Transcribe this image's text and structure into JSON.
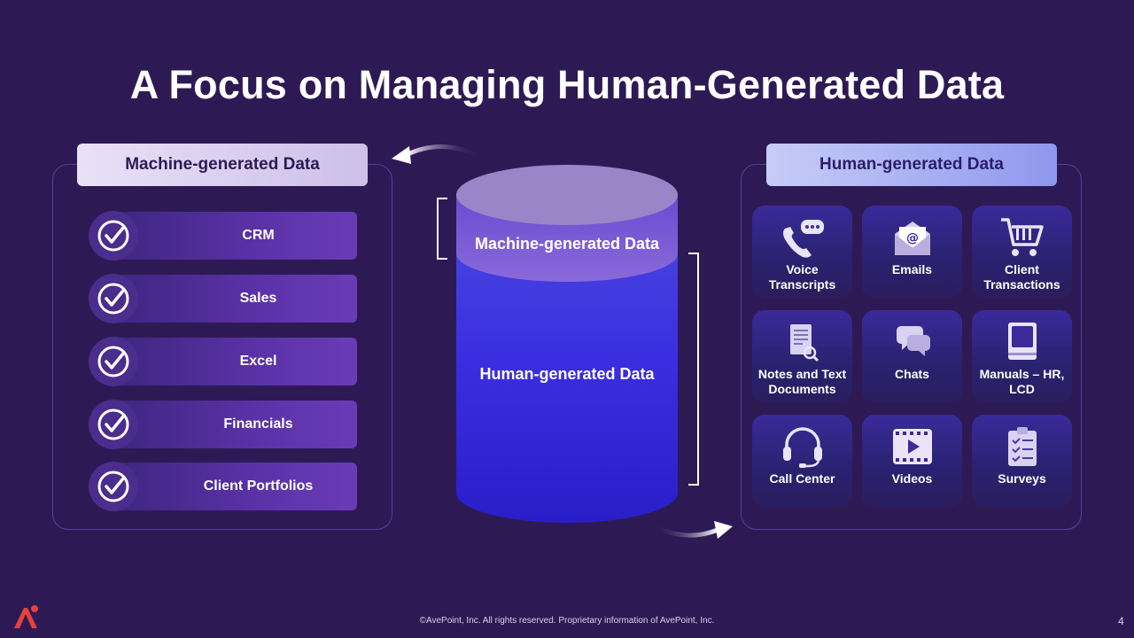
{
  "title": "A Focus on Managing Human-Generated Data",
  "machine_panel": {
    "header": "Machine-generated Data",
    "items": [
      "CRM",
      "Sales",
      "Excel",
      "Financials",
      "Client Portfolios"
    ]
  },
  "database": {
    "top_label": "Machine-generated Data",
    "bottom_label": "Human-generated Data"
  },
  "human_panel": {
    "header": "Human-generated Data",
    "tiles": [
      {
        "label": "Voice Transcripts",
        "icon": "phone-chat-icon"
      },
      {
        "label": "Emails",
        "icon": "envelope-icon"
      },
      {
        "label": "Client Transactions",
        "icon": "shopping-cart-icon"
      },
      {
        "label": "Notes and Text Documents",
        "icon": "document-search-icon"
      },
      {
        "label": "Chats",
        "icon": "chat-bubbles-icon"
      },
      {
        "label": "Manuals – HR, LCD",
        "icon": "book-icon"
      },
      {
        "label": "Call Center",
        "icon": "headset-icon"
      },
      {
        "label": "Videos",
        "icon": "video-film-icon"
      },
      {
        "label": "Surveys",
        "icon": "checklist-icon"
      }
    ]
  },
  "footer": "©AvePoint, Inc. All rights reserved. Proprietary information of AvePoint, Inc.",
  "page_number": "4",
  "colors": {
    "background": "#2d1a55",
    "accent_purple": "#5b32a8",
    "accent_blue": "#3a2ee0",
    "logo_red": "#e8413c"
  }
}
